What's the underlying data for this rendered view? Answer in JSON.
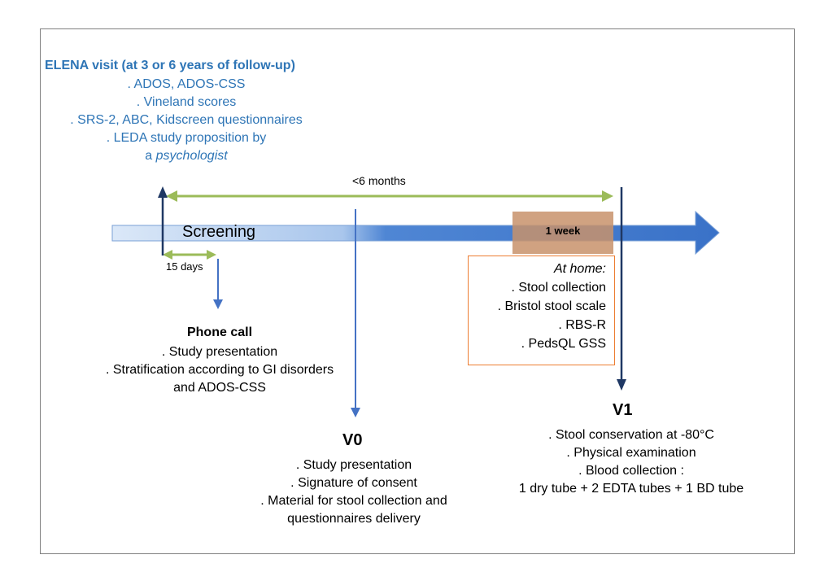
{
  "elena": {
    "title": "ELENA visit (at 3 or 6 years of follow-up)",
    "items": [
      ". ADOS, ADOS-CSS",
      ". Vineland scores",
      ". SRS-2, ABC, Kidscreen questionnaires",
      ". LEDA study proposition by"
    ],
    "last_prefix": "a ",
    "last_italic": "psychologist"
  },
  "timeline": {
    "duration_label": "<6 months",
    "screening_label": "Screening",
    "days_label": "15 days",
    "week_label": "1 week"
  },
  "phone_call": {
    "title": "Phone call",
    "items": [
      ". Study presentation",
      ". Stratification according to GI disorders",
      "and ADOS-CSS"
    ]
  },
  "home": {
    "title": "At home:",
    "items": [
      ". Stool collection",
      ". Bristol stool scale",
      ". RBS-R",
      ". PedsQL GSS"
    ]
  },
  "v0": {
    "title": "V0",
    "items": [
      ". Study presentation",
      ". Signature of consent",
      ". Material for stool collection and",
      "questionnaires delivery"
    ]
  },
  "v1": {
    "title": "V1",
    "items": [
      ". Stool conservation at -80°C",
      ". Physical examination",
      ". Blood collection :",
      "1 dry tube + 2 EDTA tubes + 1 BD tube"
    ]
  },
  "colors": {
    "blue_text": "#2e75b6",
    "arrow_dark": "#1f3864",
    "arrow_mid": "#4472c4",
    "green": "#9bbb59",
    "orange": "#ed7d31"
  }
}
